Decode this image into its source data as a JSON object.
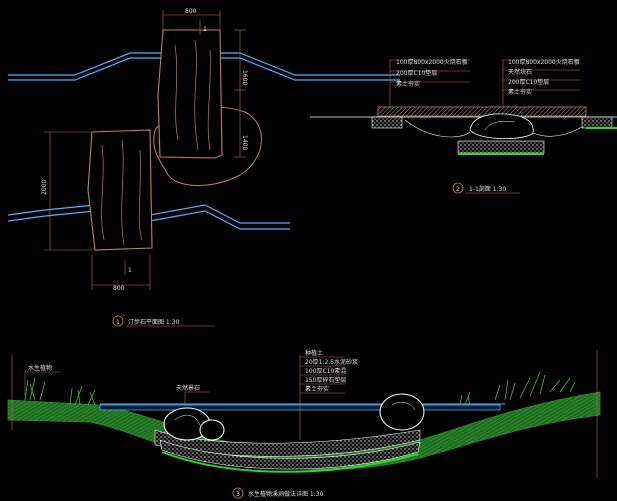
{
  "plan": {
    "dim_top": "800",
    "dim_right_1": "1600",
    "dim_right_2": "1400",
    "dim_left": "2000",
    "dim_bottom": "800",
    "cut_mark_top": "1",
    "cut_mark_bottom": "1",
    "title_num": "1",
    "title": "汀步石平面图  1:30"
  },
  "section": {
    "title_num": "2",
    "title": "1-1剖面  1:30",
    "left_labels": [
      "100厚800x2000火烧石板",
      "200厚C10垫层",
      "素土夯实"
    ],
    "right_labels": [
      "100厚800x2000火烧石板",
      "天然块石",
      "200厚C10垫层",
      "素土夯实"
    ]
  },
  "stream": {
    "title_num": "3",
    "title": "水生植物溪涧做法详图  1:30",
    "left_label": "水生植物",
    "stone_label": "天然景石",
    "layers": [
      "种植土",
      "20厚1:2.5水泥砂浆",
      "100厚C10素混",
      "150厚碎石垫层",
      "素土夯实"
    ]
  },
  "colors": {
    "background": "#000000",
    "stone": "#c08060",
    "water": "#46b4ff",
    "grass": "#2f8a2f",
    "bright_green": "#22dd22",
    "dim_line": "#c06a50",
    "text": "#e0e0e0"
  }
}
